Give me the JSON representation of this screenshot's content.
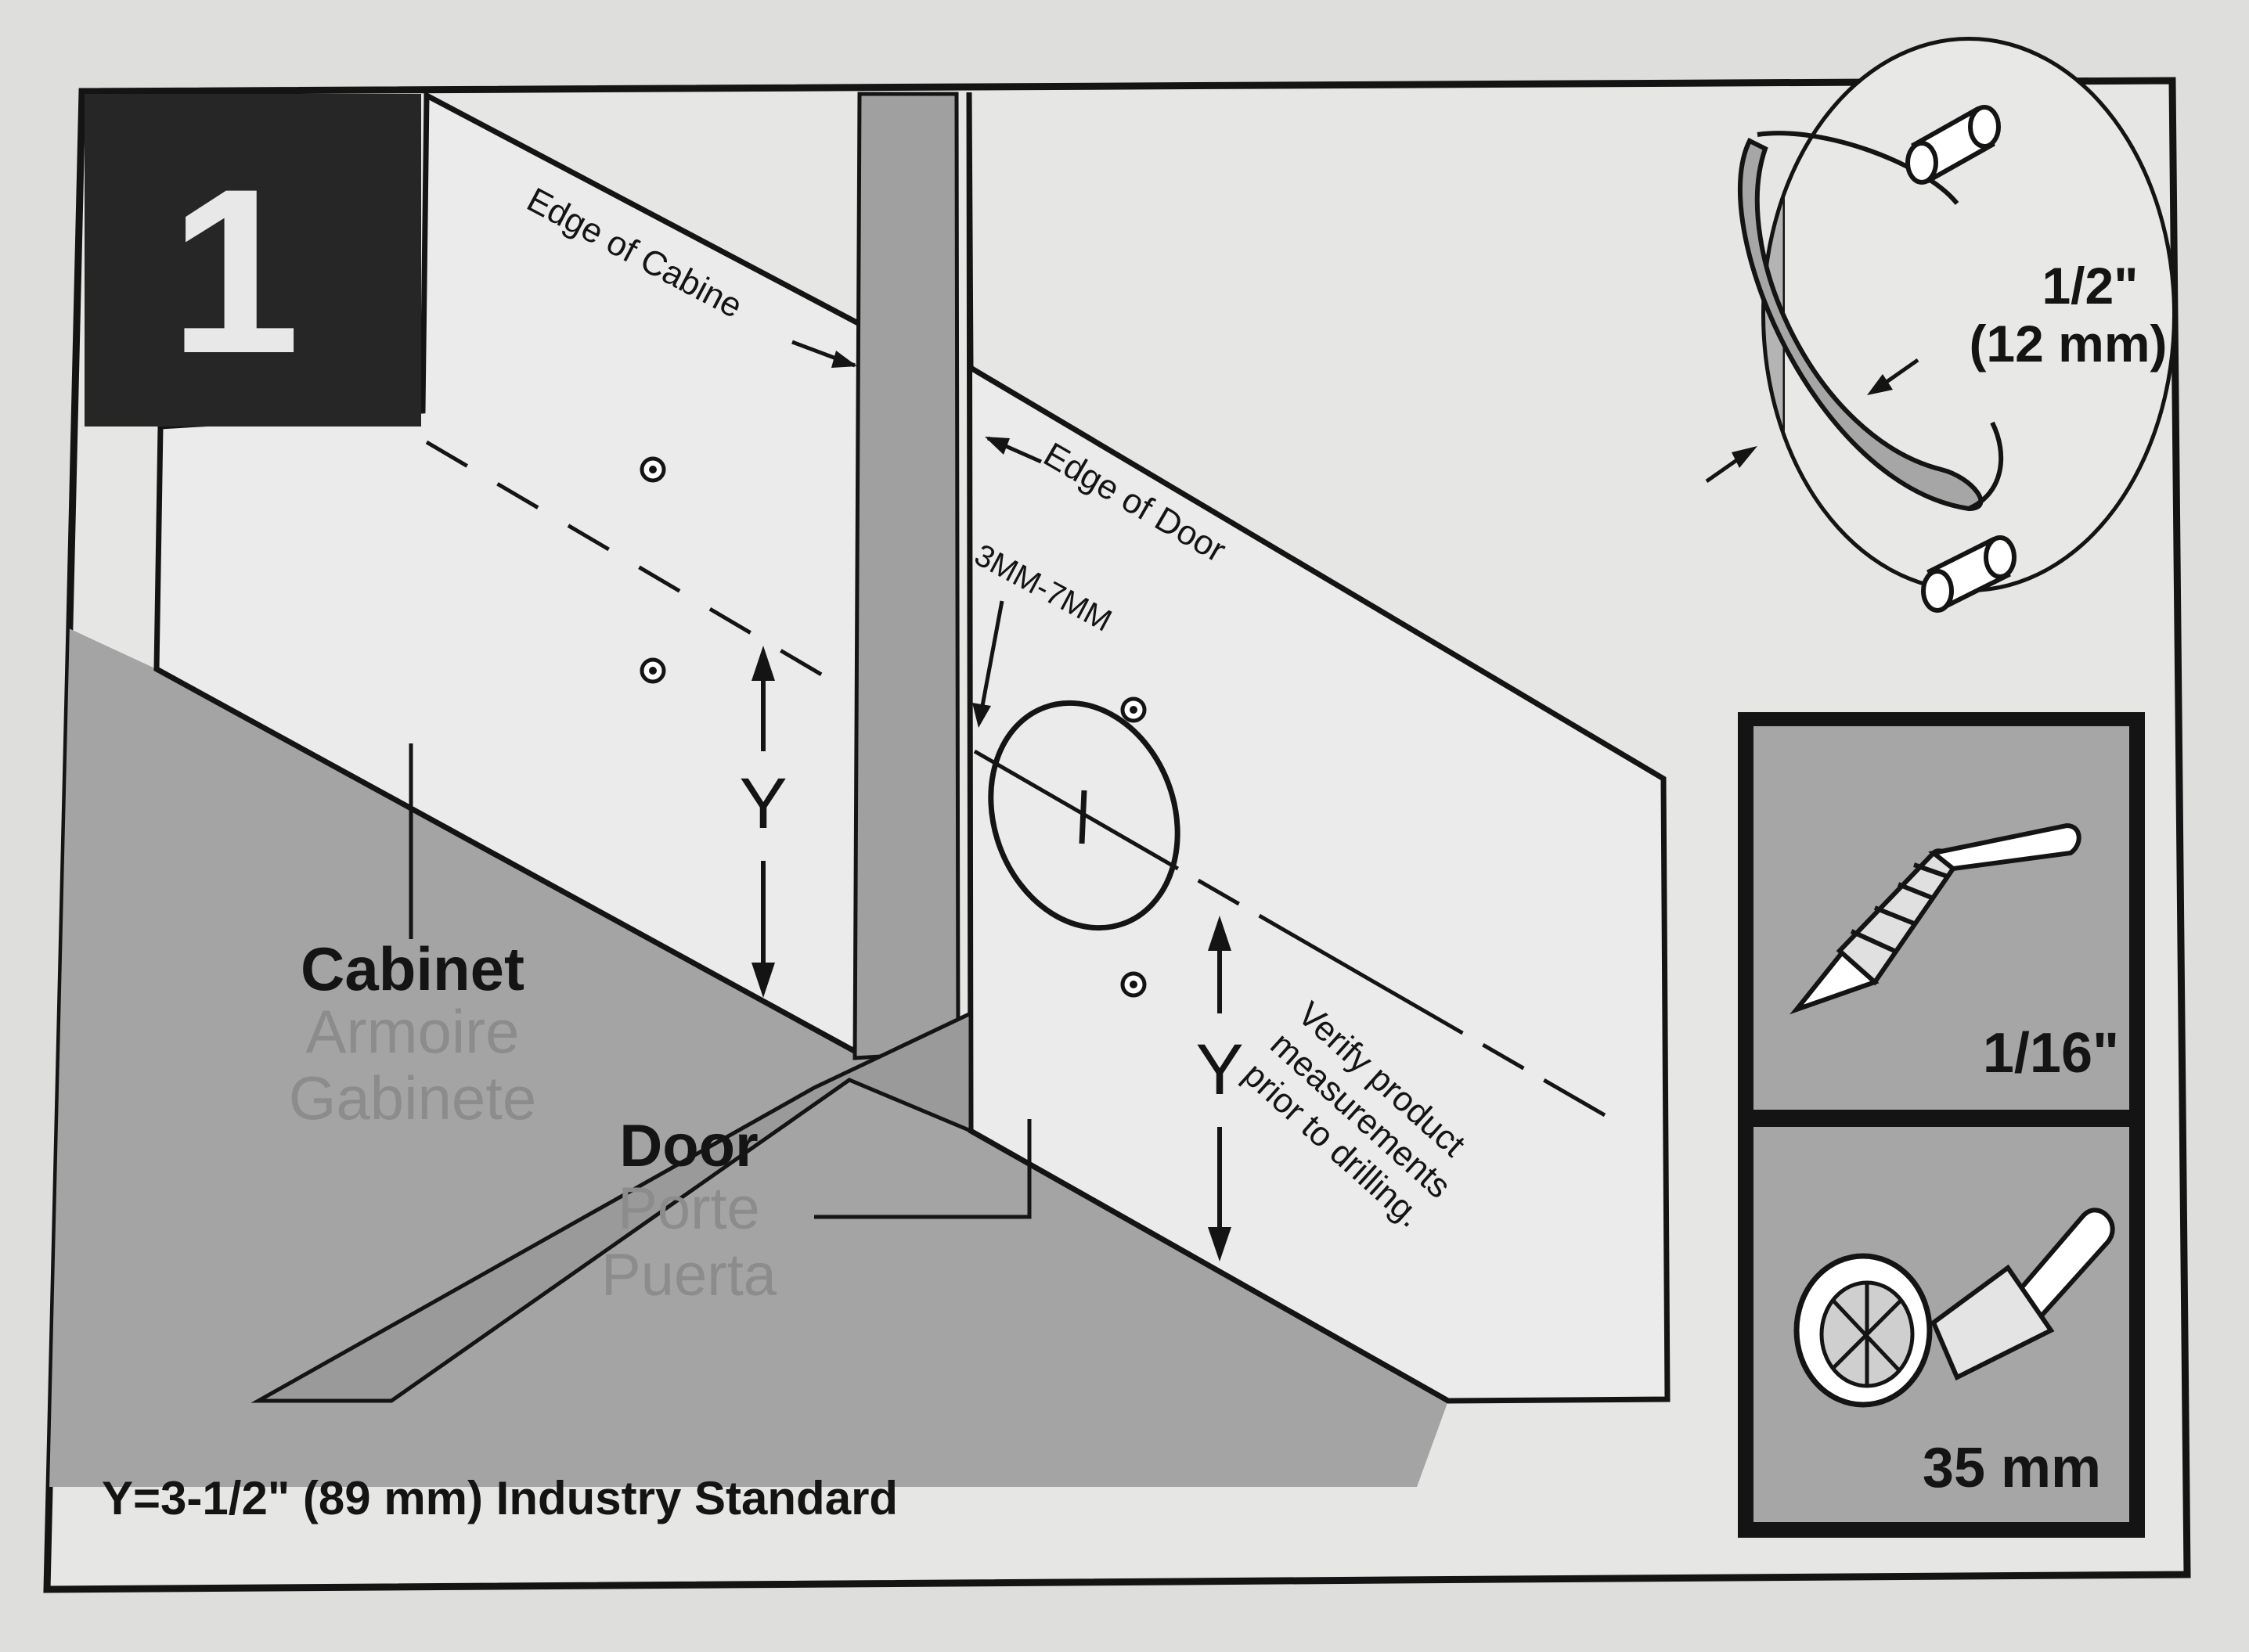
{
  "step": {
    "number": "1"
  },
  "labels": {
    "edge_of_cabinet": "Edge of Cabine",
    "edge_of_door": "Edge of Door",
    "gap_range": "3MM-7MM",
    "y": "Y",
    "cabinet": {
      "en": "Cabinet",
      "fr": "Armoire",
      "es": "Gabinete"
    },
    "door": {
      "en": "Door",
      "fr": "Porte",
      "es": "Puerta"
    },
    "verify_note": [
      "Verify product",
      "measurements",
      "prior to drilling."
    ],
    "footer": "Y=3-1/2\" (89 mm) Industry Standard"
  },
  "depth_callout": {
    "line1": "1/2\"",
    "line2": "(12 mm)"
  },
  "tools": [
    {
      "icon": "drill-bit-icon",
      "size": "1/16\""
    },
    {
      "icon": "forstner-bit-icon",
      "size": "35 mm"
    }
  ],
  "colors": {
    "paper": "#dededc",
    "panel": "#ebebeb",
    "shadow": "#a0a0a0",
    "ink": "#141414",
    "gray_text": "#8c8c8c"
  }
}
